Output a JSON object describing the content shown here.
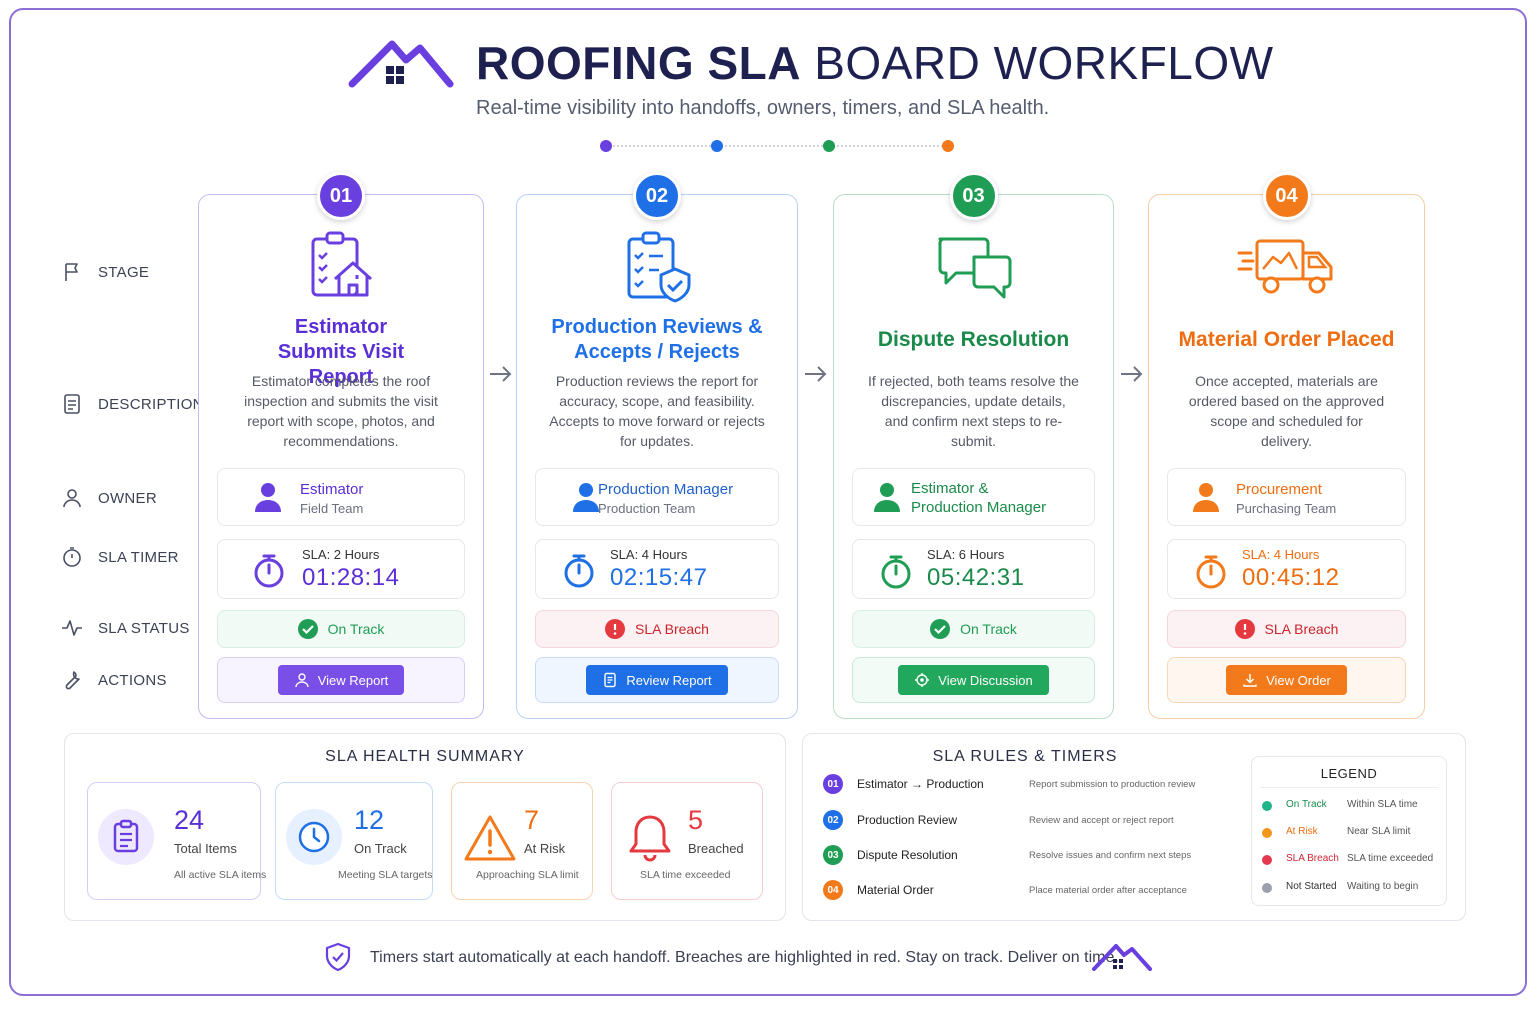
{
  "header": {
    "title_bold": "ROOFING SLA",
    "title_rest": " BOARD WORKFLOW",
    "subtitle": "Real-time visibility into handoffs, owners, timers, and SLA health."
  },
  "colors": {
    "purple": "#6a3fe0",
    "blue": "#1f6fe6",
    "green": "#1f9d55",
    "orange": "#f27a1a",
    "red": "#e53940",
    "gray": "#9aa0ad",
    "navy": "#1e2150"
  },
  "row_labels": [
    {
      "label": "STAGE",
      "icon": "flag-icon"
    },
    {
      "label": "DESCRIPTION",
      "icon": "document-icon"
    },
    {
      "label": "OWNER",
      "icon": "user-icon"
    },
    {
      "label": "SLA TIMER",
      "icon": "stopwatch-icon"
    },
    {
      "label": "SLA STATUS",
      "icon": "pulse-icon"
    },
    {
      "label": "ACTIONS",
      "icon": "wrench-icon"
    }
  ],
  "stages": [
    {
      "num": "01",
      "title": "Estimator Submits Visit Report",
      "description": "Estimator completes the roof inspection and submits the visit report with scope, photos, and recommendations.",
      "icon": "clipboard-house-icon",
      "owner_name": "Estimator",
      "owner_team": "Field Team",
      "sla_label": "SLA: 2 Hours",
      "timer": "01:28:14",
      "status": "On Track",
      "action": "View Report",
      "action_icon": "user-icon"
    },
    {
      "num": "02",
      "title": "Production Reviews & Accepts / Rejects",
      "description": "Production reviews the report for accuracy, scope, and feasibility. Accepts to move forward or rejects for updates.",
      "icon": "checklist-shield-icon",
      "owner_name": "Production Manager",
      "owner_team": "Production Team",
      "sla_label": "SLA: 4 Hours",
      "timer": "02:15:47",
      "status": "SLA Breach",
      "action": "Review Report",
      "action_icon": "document-icon"
    },
    {
      "num": "03",
      "title": "Dispute Resolution",
      "description": "If rejected, both teams resolve the discrepancies, update details, and confirm next steps to re-submit.",
      "icon": "chat-bubbles-icon",
      "owner_name": "Estimator & Production Manager",
      "owner_team": "",
      "sla_label": "SLA: 6 Hours",
      "timer": "05:42:31",
      "status": "On Track",
      "action": "View Discussion",
      "action_icon": "target-icon"
    },
    {
      "num": "04",
      "title": "Material Order Placed",
      "description": "Once accepted, materials are ordered based on the approved scope and scheduled for delivery.",
      "icon": "delivery-truck-icon",
      "owner_name": "Procurement",
      "owner_team": "Purchasing Team",
      "sla_label": "SLA: 4 Hours",
      "timer": "00:45:12",
      "status": "SLA Breach",
      "action": "View Order",
      "action_icon": "download-icon"
    }
  ],
  "summary": {
    "title": "SLA HEALTH SUMMARY",
    "cards": [
      {
        "value": "24",
        "label": "Total Items",
        "sub": "All active SLA items",
        "icon": "clipboard-icon"
      },
      {
        "value": "12",
        "label": "On Track",
        "sub": "Meeting SLA targets",
        "icon": "clock-icon"
      },
      {
        "value": "7",
        "label": "At Risk",
        "sub": "Approaching SLA limit",
        "icon": "warning-icon"
      },
      {
        "value": "5",
        "label": "Breached",
        "sub": "SLA time exceeded",
        "icon": "bell-icon"
      }
    ]
  },
  "rules": {
    "title": "SLA RULES & TIMERS",
    "items": [
      {
        "num": "01",
        "name": "Estimator → Production",
        "desc": "Report submission to production review"
      },
      {
        "num": "02",
        "name": "Production Review",
        "desc": "Review and accept or reject report"
      },
      {
        "num": "03",
        "name": "Dispute Resolution",
        "desc": "Resolve issues and confirm next steps"
      },
      {
        "num": "04",
        "name": "Material Order",
        "desc": "Place material order after acceptance"
      }
    ],
    "legend": {
      "title": "LEGEND",
      "items": [
        {
          "name": "On Track",
          "meaning": "Within SLA time"
        },
        {
          "name": "At Risk",
          "meaning": "Near SLA limit"
        },
        {
          "name": "SLA Breach",
          "meaning": "SLA time exceeded"
        },
        {
          "name": "Not Started",
          "meaning": "Waiting to begin"
        }
      ]
    }
  },
  "footer": {
    "text": "Timers start automatically at each handoff. Breaches are highlighted in red. Stay on track. Deliver on time."
  }
}
